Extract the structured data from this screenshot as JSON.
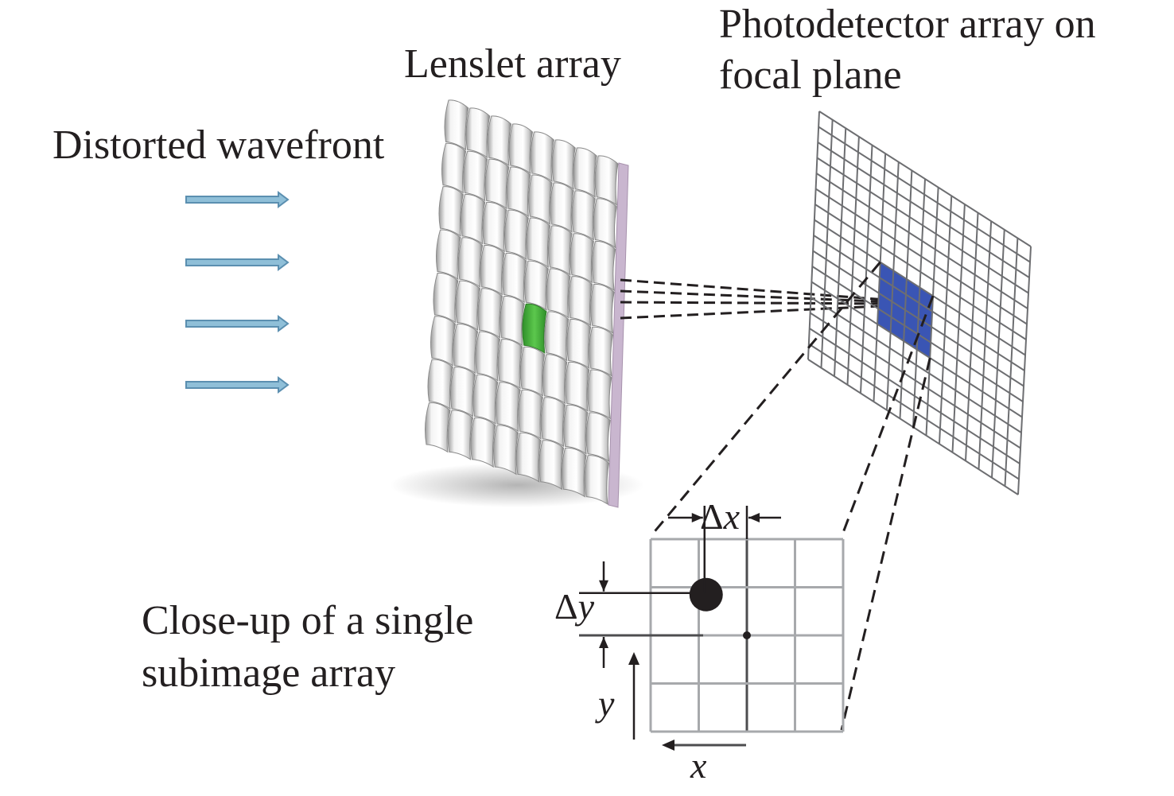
{
  "labels": {
    "wavefront": "Distorted wavefront",
    "lenslet": "Lenslet array",
    "photodetector_line1": "Photodetector array on",
    "photodetector_line2": "focal plane",
    "closeup_line1": "Close-up of a single",
    "closeup_line2": "subimage array"
  },
  "closeup": {
    "delta_x_label": "Δx",
    "delta_y_label": "Δy",
    "x_axis_label": "x",
    "y_axis_label": "y",
    "grid_rows": 4,
    "grid_cols": 4,
    "spot_offset_cells": {
      "dx": -0.88,
      "dy": -0.88
    }
  },
  "lenslet_array": {
    "rows": 8,
    "cols": 8,
    "highlight": {
      "row": 4,
      "col": 4
    }
  },
  "detector_array": {
    "rows": 16,
    "cols": 16,
    "highlight": {
      "row_start": 7,
      "row_end": 10,
      "col_start": 5,
      "col_end": 8
    }
  },
  "wavefront_arrows": {
    "count": 4
  },
  "colors": {
    "text": "#231f20",
    "arrow_fill": "#8fbfd8",
    "arrow_stroke": "#5b8fb0",
    "lens_highlight": "#4caf3e",
    "lens_edge": "#c9b6cf",
    "detector_highlight": "#3a55b4",
    "grid_line": "#6d6e71"
  }
}
